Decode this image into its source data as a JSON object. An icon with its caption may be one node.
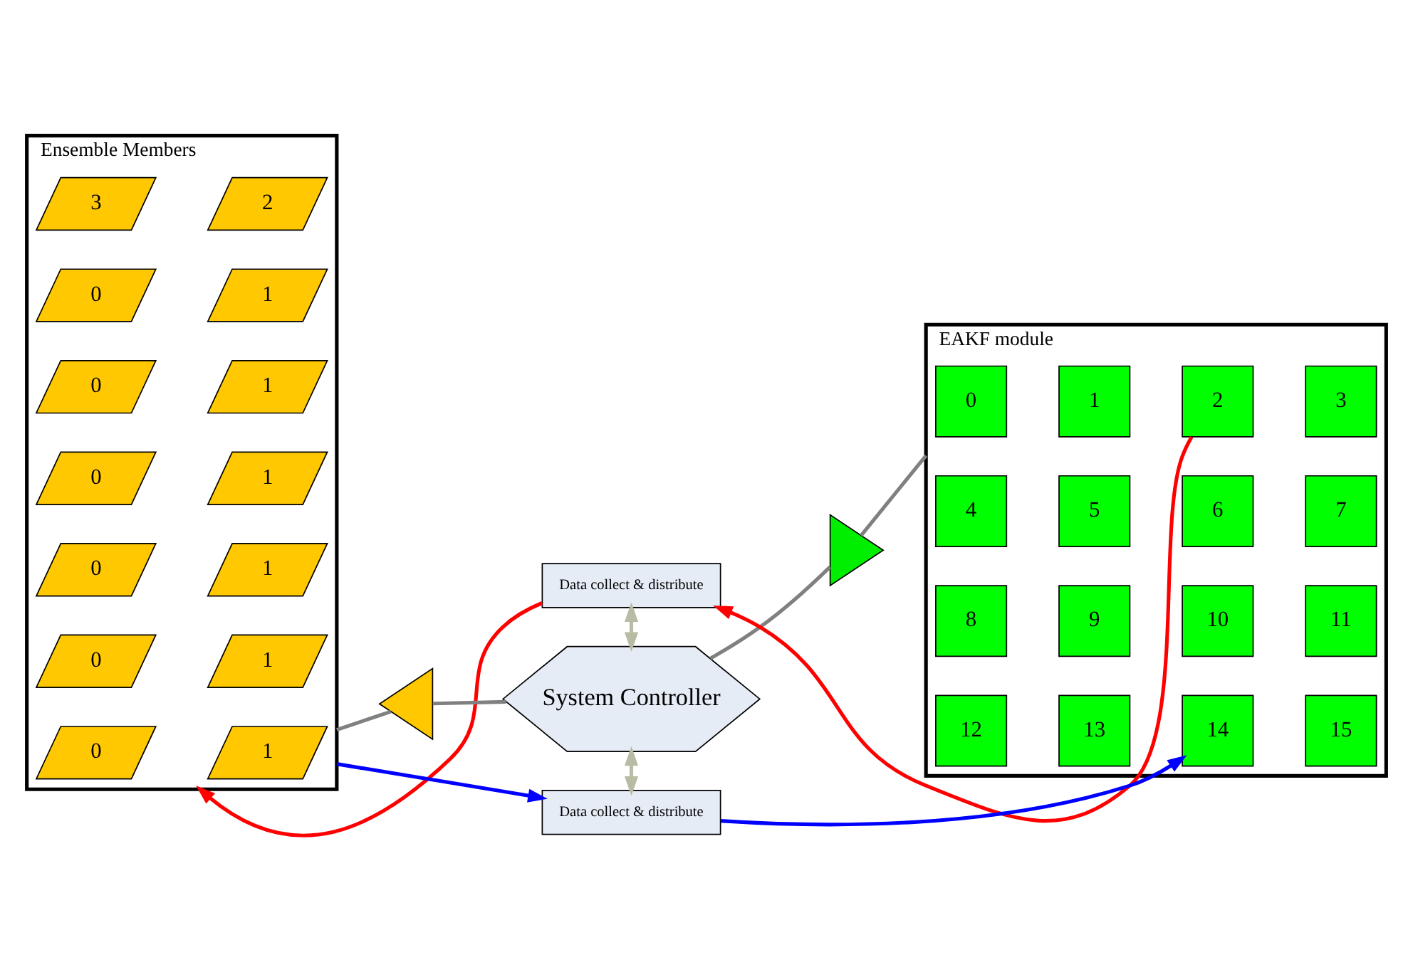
{
  "diagram": {
    "nodes": [
      {
        "text": [
          "Data collect & distribute"
        ]
      },
      {
        "text": [
          "Ensemble Members"
        ]
      },
      {
        "text": [
          "3"
        ],
        "in": 1
      },
      {
        "text": [
          "2"
        ],
        "in": 1
      },
      {
        "text": [
          "0"
        ],
        "in": 1
      },
      {
        "text": [
          "1"
        ],
        "in": 1
      },
      {
        "text": [
          "0"
        ],
        "in": 1
      },
      {
        "text": [
          "1"
        ],
        "in": 1
      },
      {
        "text": [
          "0"
        ],
        "in": 1
      },
      {
        "text": [
          "1"
        ],
        "in": 1
      },
      {
        "text": [
          "0"
        ],
        "in": 1
      },
      {
        "text": [
          "1"
        ],
        "in": 1
      },
      {
        "text": [
          "0"
        ],
        "in": 1
      },
      {
        "text": [
          "1"
        ],
        "in": 1
      },
      {
        "text": [
          "0"
        ],
        "in": 1
      },
      {
        "text": [
          "1"
        ],
        "in": 1
      },
      {
        "text": [
          "System Controller"
        ]
      },
      {
        "text": [],
        "shape": "triangle"
      },
      {
        "text": [],
        "shape": "triangle"
      },
      {
        "text": [
          "EAKF module"
        ]
      },
      {
        "text": [
          "0"
        ],
        "in": 19
      },
      {
        "text": [
          "1"
        ],
        "in": 19
      },
      {
        "text": [
          "2"
        ],
        "in": 19
      },
      {
        "text": [
          "3"
        ],
        "in": 19
      },
      {
        "text": [
          "4"
        ],
        "in": 19
      },
      {
        "text": [
          "5"
        ],
        "in": 19
      },
      {
        "text": [
          "6"
        ],
        "in": 19
      },
      {
        "text": [
          "7"
        ],
        "in": 19
      },
      {
        "text": [
          "8"
        ],
        "in": 19
      },
      {
        "text": [
          "9"
        ],
        "in": 19
      },
      {
        "text": [
          "10"
        ],
        "in": 19
      },
      {
        "text": [
          "11"
        ],
        "in": 19
      },
      {
        "text": [
          "12"
        ],
        "in": 19
      },
      {
        "text": [
          "13"
        ],
        "in": 19
      },
      {
        "text": [
          "14"
        ],
        "in": 19
      },
      {
        "text": [
          "15"
        ],
        "in": 19
      },
      {
        "text": [
          "Data collect & distribute"
        ]
      }
    ],
    "edges": [
      {
        "from": 22,
        "to": 0,
        "arrow": "to",
        "color": "#ff0000"
      },
      {
        "from": 0,
        "to": 1,
        "arrow": "to",
        "color": "#ff0000"
      },
      {
        "from": 1,
        "to": 36,
        "arrow": "to",
        "color": "#0000ff"
      },
      {
        "from": 36,
        "to": 34,
        "arrow": "to",
        "color": "#0000ff"
      },
      {
        "from": 0,
        "to": 16,
        "arrow": "both",
        "color": "#b8bca4"
      },
      {
        "from": 16,
        "to": 36,
        "arrow": "both",
        "color": "#b8bca4"
      },
      {
        "from": 1,
        "to": 17,
        "arrow": "none",
        "color": "#808080"
      },
      {
        "from": 17,
        "to": 16,
        "arrow": "none",
        "color": "#808080"
      },
      {
        "from": 16,
        "to": 18,
        "arrow": "none",
        "color": "#808080"
      },
      {
        "from": 18,
        "to": 19,
        "arrow": "none",
        "color": "#808080"
      }
    ]
  }
}
